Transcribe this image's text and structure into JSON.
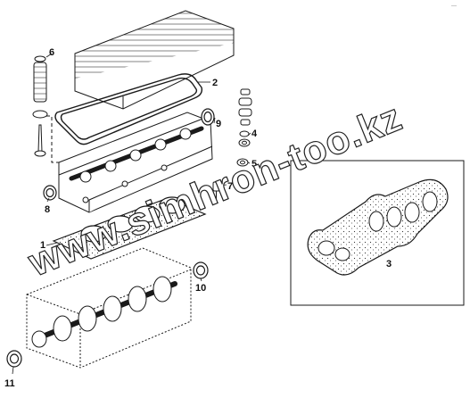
{
  "corner_mark": "—",
  "callouts": {
    "c1": "1",
    "c2": "2",
    "c3": "3",
    "c4": "4",
    "c5": "5",
    "c6": "6",
    "c7": "7",
    "c8": "8",
    "c9": "9",
    "c10": "10",
    "c11": "11"
  },
  "watermark": "www.simhron-too.kz",
  "colors": {
    "line": "#1a1a1a",
    "fill": "#ffffff",
    "watermark_stroke": "#222222"
  }
}
